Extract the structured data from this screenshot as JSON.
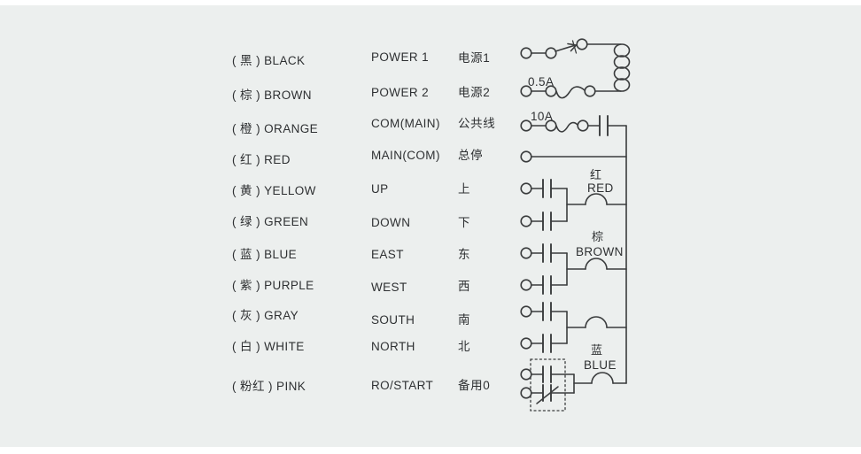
{
  "page": {
    "background_color": "#ecefee",
    "line_color": "#3a3c3d",
    "text_color": "#2e3032"
  },
  "wiring_table": {
    "rows": [
      {
        "color": "( 黑 ) BLACK",
        "function": "POWER 1",
        "chinese": "电源1"
      },
      {
        "color": "( 棕 ) BROWN",
        "function": "POWER 2",
        "chinese": "电源2"
      },
      {
        "color": "( 橙 ) ORANGE",
        "function": "COM(MAIN)",
        "chinese": "公共线"
      },
      {
        "color": "( 红 ) RED",
        "function": "MAIN(COM)",
        "chinese": "总停"
      },
      {
        "color": "( 黄 ) YELLOW",
        "function": "UP",
        "chinese": "上"
      },
      {
        "color": "( 绿 ) GREEN",
        "function": "DOWN",
        "chinese": "下"
      },
      {
        "color": "( 蓝 ) BLUE",
        "function": "EAST",
        "chinese": "东"
      },
      {
        "color": "( 紫 ) PURPLE",
        "function": "WEST",
        "chinese": "西"
      },
      {
        "color": "( 灰 ) GRAY",
        "function": "SOUTH",
        "chinese": "南"
      },
      {
        "color": "( 白 ) WHITE",
        "function": "NORTH",
        "chinese": "北"
      },
      {
        "color": "( 粉红 ) PINK",
        "function": "RO/START",
        "chinese": "备用0"
      }
    ]
  },
  "circuit": {
    "fuse_power2_label": "0.5A",
    "fuse_com_label": "10A",
    "load_red_cn": "红",
    "load_red_en": "RED",
    "load_brown_cn": "棕",
    "load_brown_en": "BROWN",
    "load_blue_cn": "蓝",
    "load_blue_en": "BLUE"
  }
}
